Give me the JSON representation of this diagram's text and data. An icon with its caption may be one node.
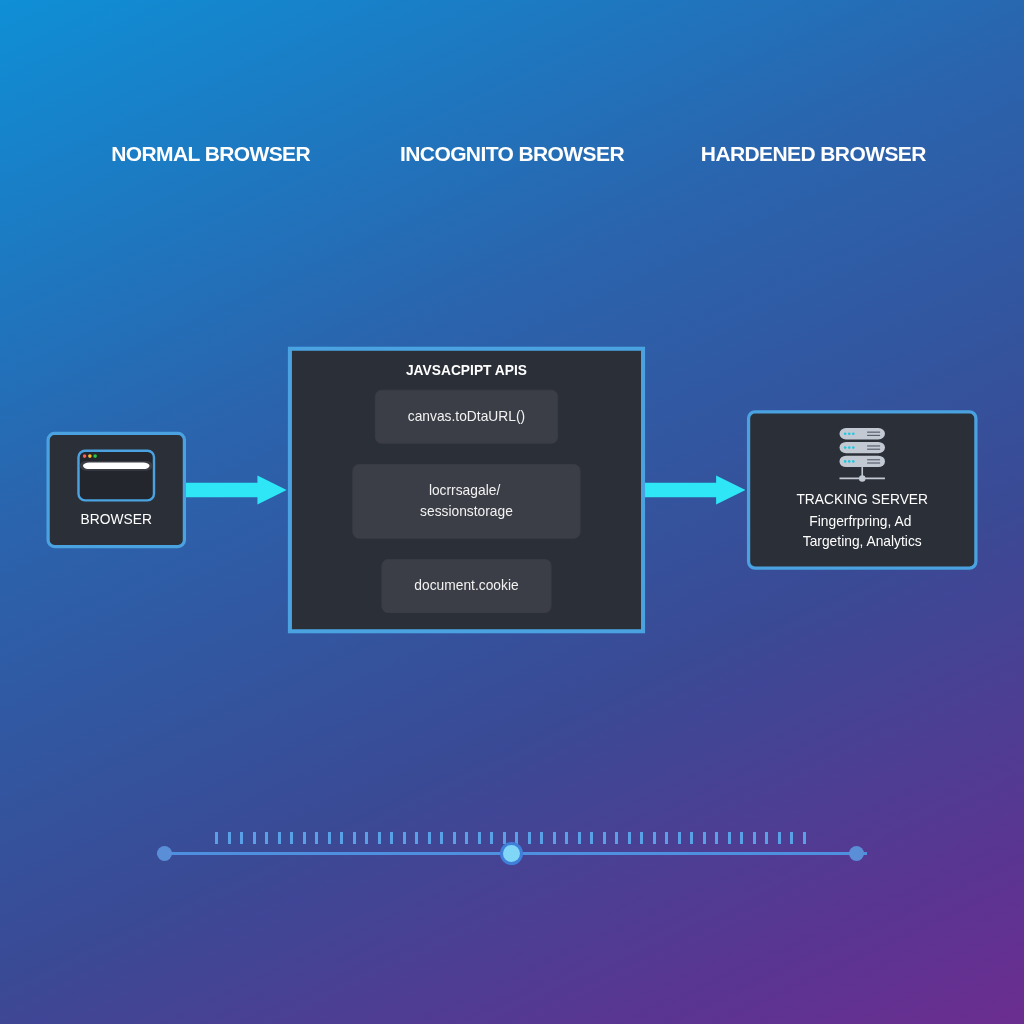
{
  "diagram": {
    "nodes": [
      {
        "text": [
          "BROWSER"
        ]
      },
      {
        "text": [
          "JAVSACPIPT APIS"
        ]
      },
      {
        "text": [
          "canvas.toDtaURL()"
        ],
        "in": 1
      },
      {
        "text": [
          "locrrsagale/ sessionstorage"
        ],
        "in": 1
      },
      {
        "text": [
          "document.cookie"
        ],
        "in": 1
      },
      {
        "text": [
          "TRACKING SERVER",
          "Fingerfrpring, Ad Targeting, Analytics"
        ]
      }
    ],
    "edges": [
      {
        "from": 0,
        "to": 1,
        "arrow": "to"
      },
      {
        "from": 1,
        "to": 5,
        "arrow": "to"
      }
    ],
    "labels": [
      "NORMAL BROWSER",
      "INCOGNITO BROWSER",
      "HARDENED BROWSER"
    ]
  }
}
